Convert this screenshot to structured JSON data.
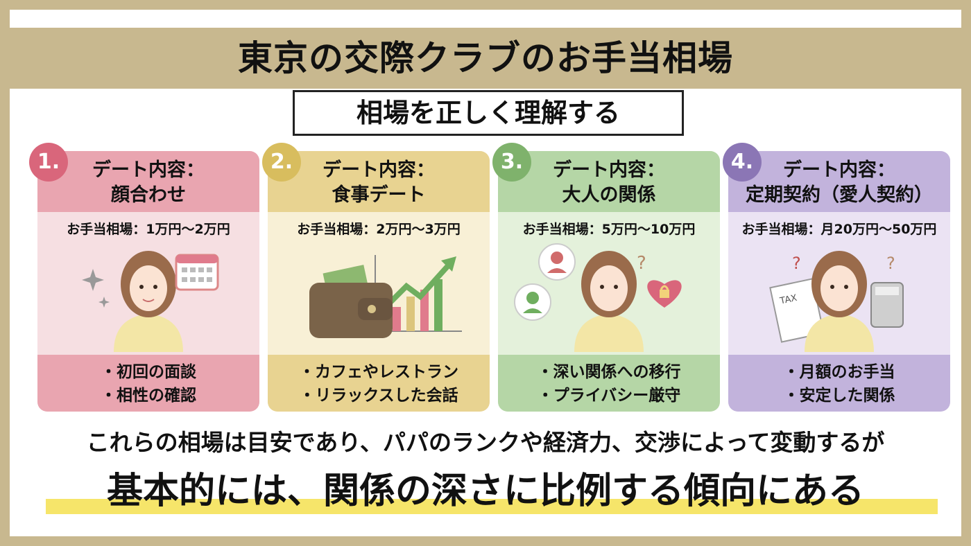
{
  "header": {
    "title": "東京の交際クラブのお手当相場",
    "subtitle": "相場を正しく理解する"
  },
  "colors": {
    "background": "#c8b88f",
    "card1": "#e07b8c",
    "card2": "#dcc57c",
    "card3": "#8fbf80",
    "card4": "#9a86c0",
    "highlight": "#f6e56a"
  },
  "cards": [
    {
      "number": "1.",
      "heading_line1": "デート内容：",
      "heading_line2": "顔合わせ",
      "range": "お手当相場：1万円〜2万円",
      "bullet1": "・初回の面談",
      "bullet2": "・相性の確認",
      "icons": [
        "woman-illustration",
        "calendar-icon",
        "sparkle-icon"
      ]
    },
    {
      "number": "2.",
      "heading_line1": "デート内容：",
      "heading_line2": "食事デート",
      "range": "お手当相場：2万円〜3万円",
      "bullet1": "・カフェやレストラン",
      "bullet2": "・リラックスした会話",
      "icons": [
        "wallet-icon",
        "rising-chart-icon"
      ]
    },
    {
      "number": "3.",
      "heading_line1": "デート内容：",
      "heading_line2": "大人の関係",
      "range": "お手当相場：5万円〜10万円",
      "bullet1": "・深い関係への移行",
      "bullet2": "・プライバシー厳守",
      "icons": [
        "woman-illustration",
        "heart-lock-icon",
        "person-bubble-icon"
      ]
    },
    {
      "number": "4.",
      "heading_line1": "デート内容：",
      "heading_line2": "定期契約（愛人契約）",
      "range": "お手当相場：月20万円〜50万円",
      "bullet1": "・月額のお手当",
      "bullet2": "・安定した関係",
      "icons": [
        "woman-illustration",
        "tax-document-icon",
        "calculator-icon"
      ]
    }
  ],
  "illustration_labels": {
    "tax": "TAX"
  },
  "footer": {
    "note": "これらの相場は目安であり、パパのランクや経済力、交渉によって変動するが",
    "conclusion": "基本的には、関係の深さに比例する傾向にある"
  }
}
